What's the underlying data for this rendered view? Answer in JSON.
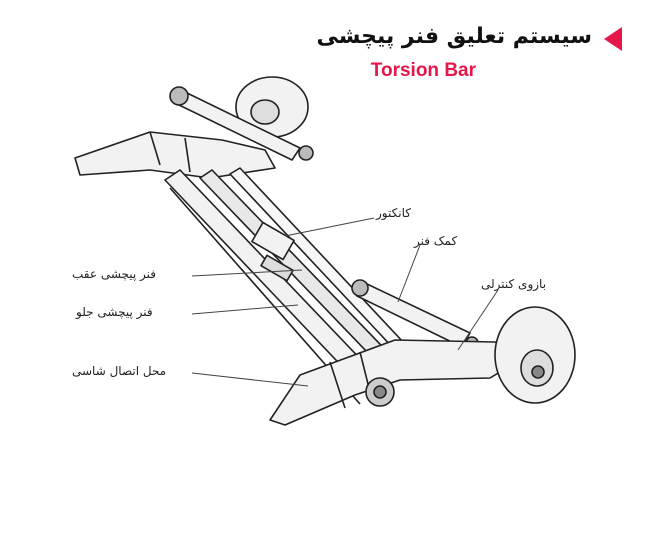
{
  "header": {
    "title_fa": "سیستم تعلیق فنر پیچشی",
    "title_en": "Torsion Bar",
    "accent_color": "#e5174a"
  },
  "labels": {
    "connector": "کانکتور",
    "shock_absorber": "کمک فنر",
    "control_arm": "بازوی کنترلی",
    "rear_torsion_bar": "فنر پیچشی عقب",
    "front_torsion_bar": "فنر پیچشی جلو",
    "chassis_mount": "محل اتصال شاسی"
  }
}
